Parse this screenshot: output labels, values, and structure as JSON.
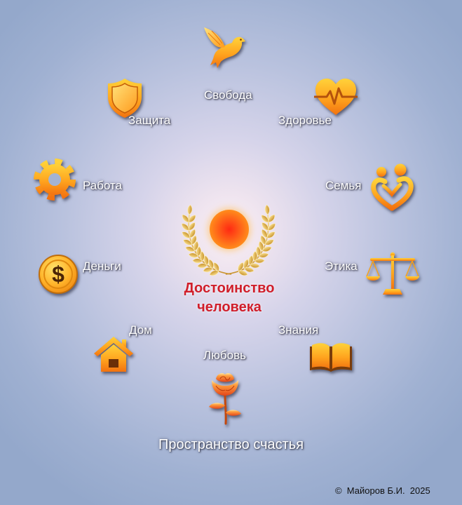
{
  "diagram": {
    "center": {
      "title_line1": "Достоинство",
      "title_line2": "человека",
      "emblem_icon": "sun-icon",
      "wreath_icon": "laurel-wreath-icon"
    },
    "values": [
      {
        "label": "Свобода",
        "icon": "dove-icon"
      },
      {
        "label": "Здоровье",
        "icon": "heart-pulse-icon"
      },
      {
        "label": "Семья",
        "icon": "family-heart-icon"
      },
      {
        "label": "Этика",
        "icon": "scales-icon"
      },
      {
        "label": "Знания",
        "icon": "open-book-icon"
      },
      {
        "label": "Любовь",
        "icon": "rose-icon"
      },
      {
        "label": "Дом",
        "icon": "house-icon"
      },
      {
        "label": "Деньги",
        "icon": "dollar-coin-icon",
        "icon_symbol": "$"
      },
      {
        "label": "Работа",
        "icon": "gear-icon"
      },
      {
        "label": "Защита",
        "icon": "shield-icon"
      }
    ],
    "caption": "Пространство счастья"
  },
  "copyright": "©  Майоров Б.И.  2025",
  "colors": {
    "background_center": "#fbf2f6",
    "background_edge": "#94a8cb",
    "icon_light": "#ffd23a",
    "icon_dark": "#f27210",
    "title": "#d01e2a",
    "label_text": "#ffffff",
    "copyright_text": "#111111"
  }
}
